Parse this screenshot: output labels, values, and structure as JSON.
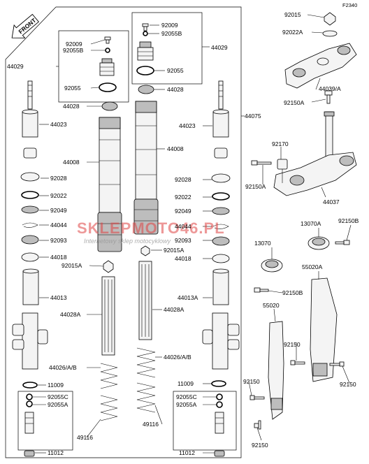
{
  "diagram_code": "F2340",
  "front_arrow_label": "FRONT",
  "watermark": {
    "brand": "SKLEPMOTO46.PL",
    "tagline": "Internetowy sklep motocyklowy"
  },
  "labels": {
    "l_92015": "92015",
    "l_92022A": "92022A",
    "l_44039A": "44039/A",
    "l_92150A_top": "92150A",
    "l_44075": "44075",
    "l_92170": "92170",
    "l_92150A_mid": "92150A",
    "l_44037": "44037",
    "l_13070A": "13070A",
    "l_92150B_r": "92150B",
    "l_13070": "13070",
    "l_92150B_l": "92150B",
    "l_55020A": "55020A",
    "l_55020": "55020",
    "l_92150_a": "92150",
    "l_92150_b": "92150",
    "l_92150_c": "92150",
    "l_92150_d": "92150",
    "l_92009_r": "92009",
    "l_92055B_r": "92055B",
    "l_44029_r": "44029",
    "l_92055_r": "92055",
    "l_44028_r": "44028",
    "l_44008_r": "44008",
    "l_44023_r": "44023",
    "l_92028_r": "92028",
    "l_92022_r": "92022",
    "l_92049_r": "92049",
    "l_44044_r": "44044",
    "l_92093_r": "92093",
    "l_92015A_r": "92015A",
    "l_44018_r": "44018",
    "l_44013A": "44013A",
    "l_44028A_r": "44028A",
    "l_44026_r": "44026/A/B",
    "l_11009_r": "11009",
    "l_92055C_r": "92055C",
    "l_92055A_r": "92055A",
    "l_49116_r": "49116",
    "l_11012_r": "11012",
    "l_92009_l": "92009",
    "l_92055B_l": "92055B",
    "l_44029_l": "44029",
    "l_92055_l": "92055",
    "l_44028_l": "44028",
    "l_44023_l": "44023",
    "l_44008_l": "44008",
    "l_92028_l": "92028",
    "l_92022_l": "92022",
    "l_92049_l": "92049",
    "l_44044_l": "44044",
    "l_92093_l": "92093",
    "l_44018_l": "44018",
    "l_92015A_l": "92015A",
    "l_44013_l": "44013",
    "l_44028A_l": "44028A",
    "l_44026_l": "44026/A/B",
    "l_11009_l": "11009",
    "l_92055C_l": "92055C",
    "l_92055A_l": "92055A",
    "l_49116_l": "49116",
    "l_11012_l": "11012"
  }
}
